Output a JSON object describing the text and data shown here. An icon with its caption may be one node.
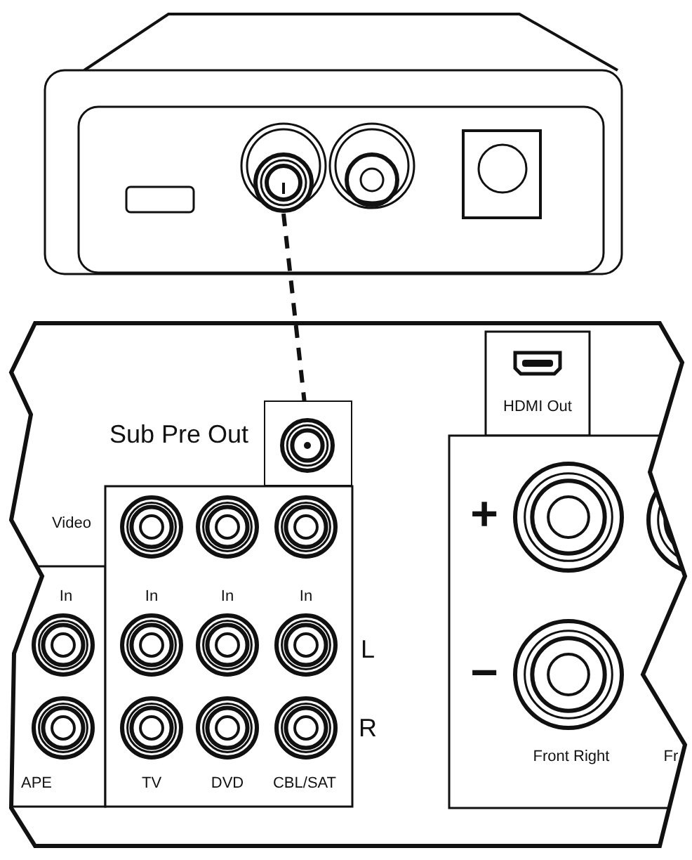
{
  "diagram": {
    "nodes": [
      {
        "text": [],
        "shape": "circle"
      },
      {
        "text": [
          "Sub Pre Out"
        ]
      },
      {
        "text": [],
        "shape": "circle",
        "in": 1
      }
    ],
    "edges": [
      {
        "from": 0,
        "to": 2,
        "arrow": "none",
        "style": "dashed"
      }
    ],
    "labels": [
      "Video",
      "In",
      "In",
      "In",
      "In",
      "L",
      "R",
      "APE",
      "TV",
      "DVD",
      "CBL/SAT",
      "HDMI Out",
      "+",
      "−",
      "Front Right",
      "Fr"
    ]
  }
}
